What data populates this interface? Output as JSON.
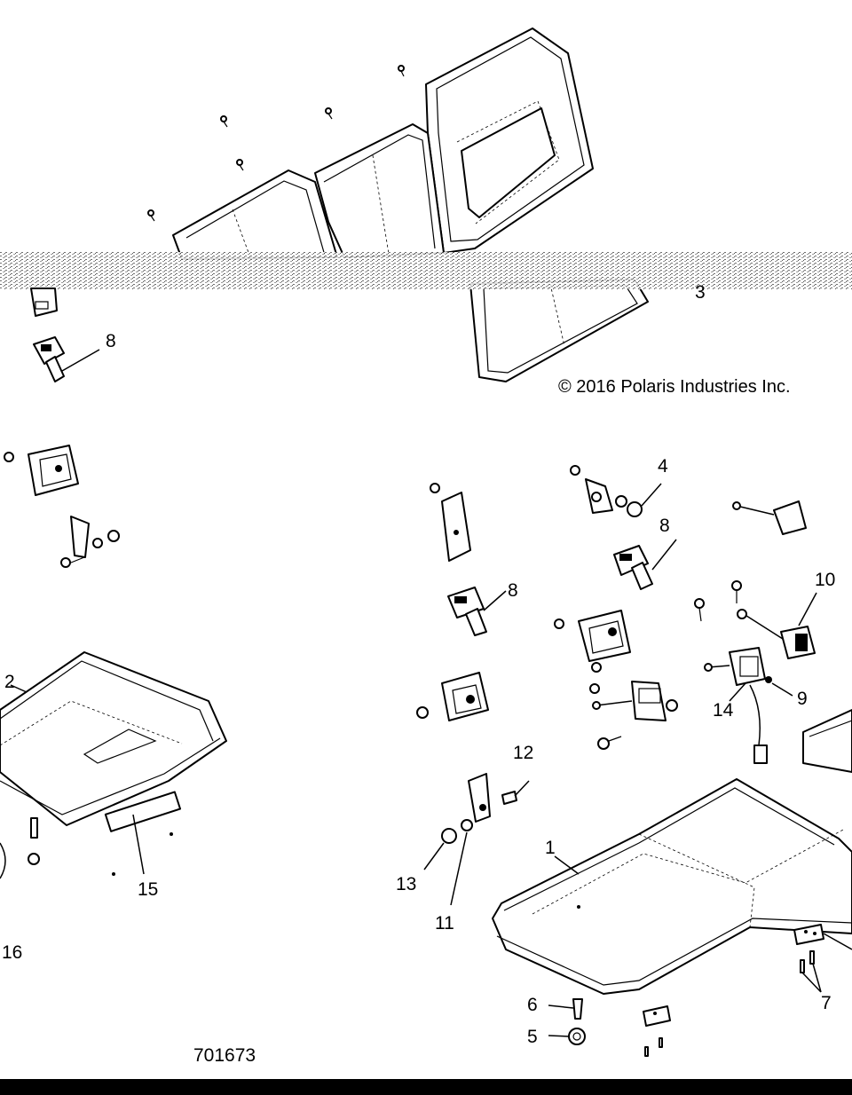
{
  "copyright": "© 2016 Polaris Industries Inc.",
  "drawing_number": "701673",
  "callouts": {
    "c1": "1",
    "c2": "2",
    "c3": "3",
    "c4": "4",
    "c5": "5",
    "c6": "6",
    "c7": "7",
    "c8a": "8",
    "c8b": "8",
    "c8c": "8",
    "c9": "9",
    "c10": "10",
    "c11": "11",
    "c12": "12",
    "c13": "13",
    "c14": "14",
    "c15": "15",
    "c16": "16"
  }
}
